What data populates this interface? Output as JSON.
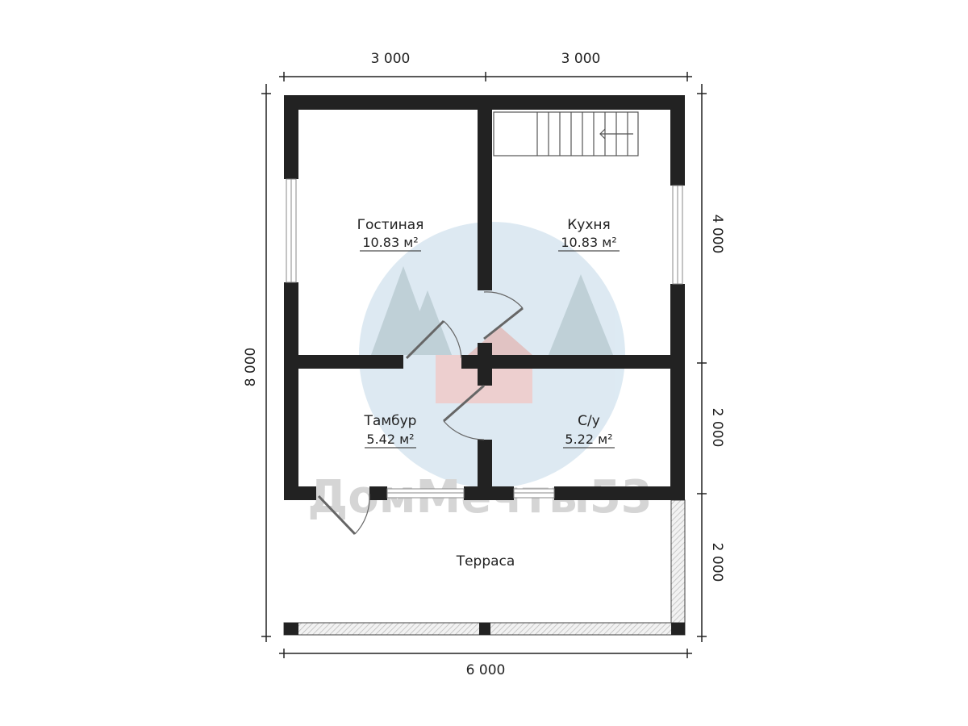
{
  "dimensions": {
    "top_left": "3 000",
    "top_right": "3 000",
    "left": "8 000",
    "right_top": "4 000",
    "right_middle": "2 000",
    "right_bottom": "2 000",
    "bottom": "6 000"
  },
  "rooms": [
    {
      "name": "Гостиная",
      "area": "10.83 м²"
    },
    {
      "name": "Кухня",
      "area": "10.83 м²"
    },
    {
      "name": "Тамбур",
      "area": "5.42 м²"
    },
    {
      "name": "С/у",
      "area": "5.22 м²"
    },
    {
      "name": "Терраса"
    }
  ],
  "watermark": "ДомМечты53",
  "colors": {
    "wall": "#222222",
    "hatch": "#bbbbbb",
    "watermark": "#9fc3dc"
  }
}
